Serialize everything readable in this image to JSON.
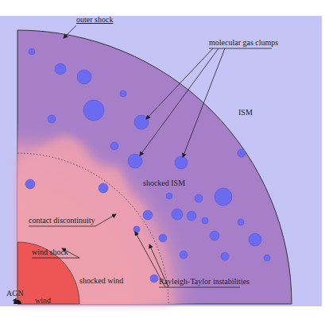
{
  "diagram": {
    "labels": [
      "outer shock",
      "molecular gas clumps",
      "ISM",
      "shocked ISM",
      "contact discontinuity",
      "wind shock",
      "shocked wind",
      "Rayleigh-Taylor instabilities",
      "AGN",
      "wind"
    ]
  }
}
